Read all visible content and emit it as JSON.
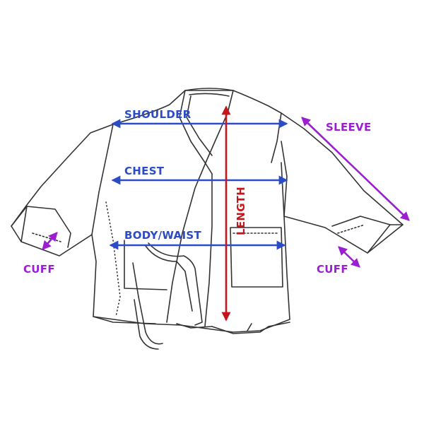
{
  "labels": {
    "shoulder": "SHOULDER",
    "chest": "CHEST",
    "body_waist": "BODY/WAIST",
    "length": "LENGTH",
    "sleeve": "SLEEVE",
    "cuff_left": "CUFF",
    "cuff_right": "CUFF"
  },
  "colors": {
    "blue": "#2c4bc7",
    "red": "#c4161c",
    "purple": "#9b1fd1",
    "outline": "#333333",
    "background": "#ffffff"
  }
}
